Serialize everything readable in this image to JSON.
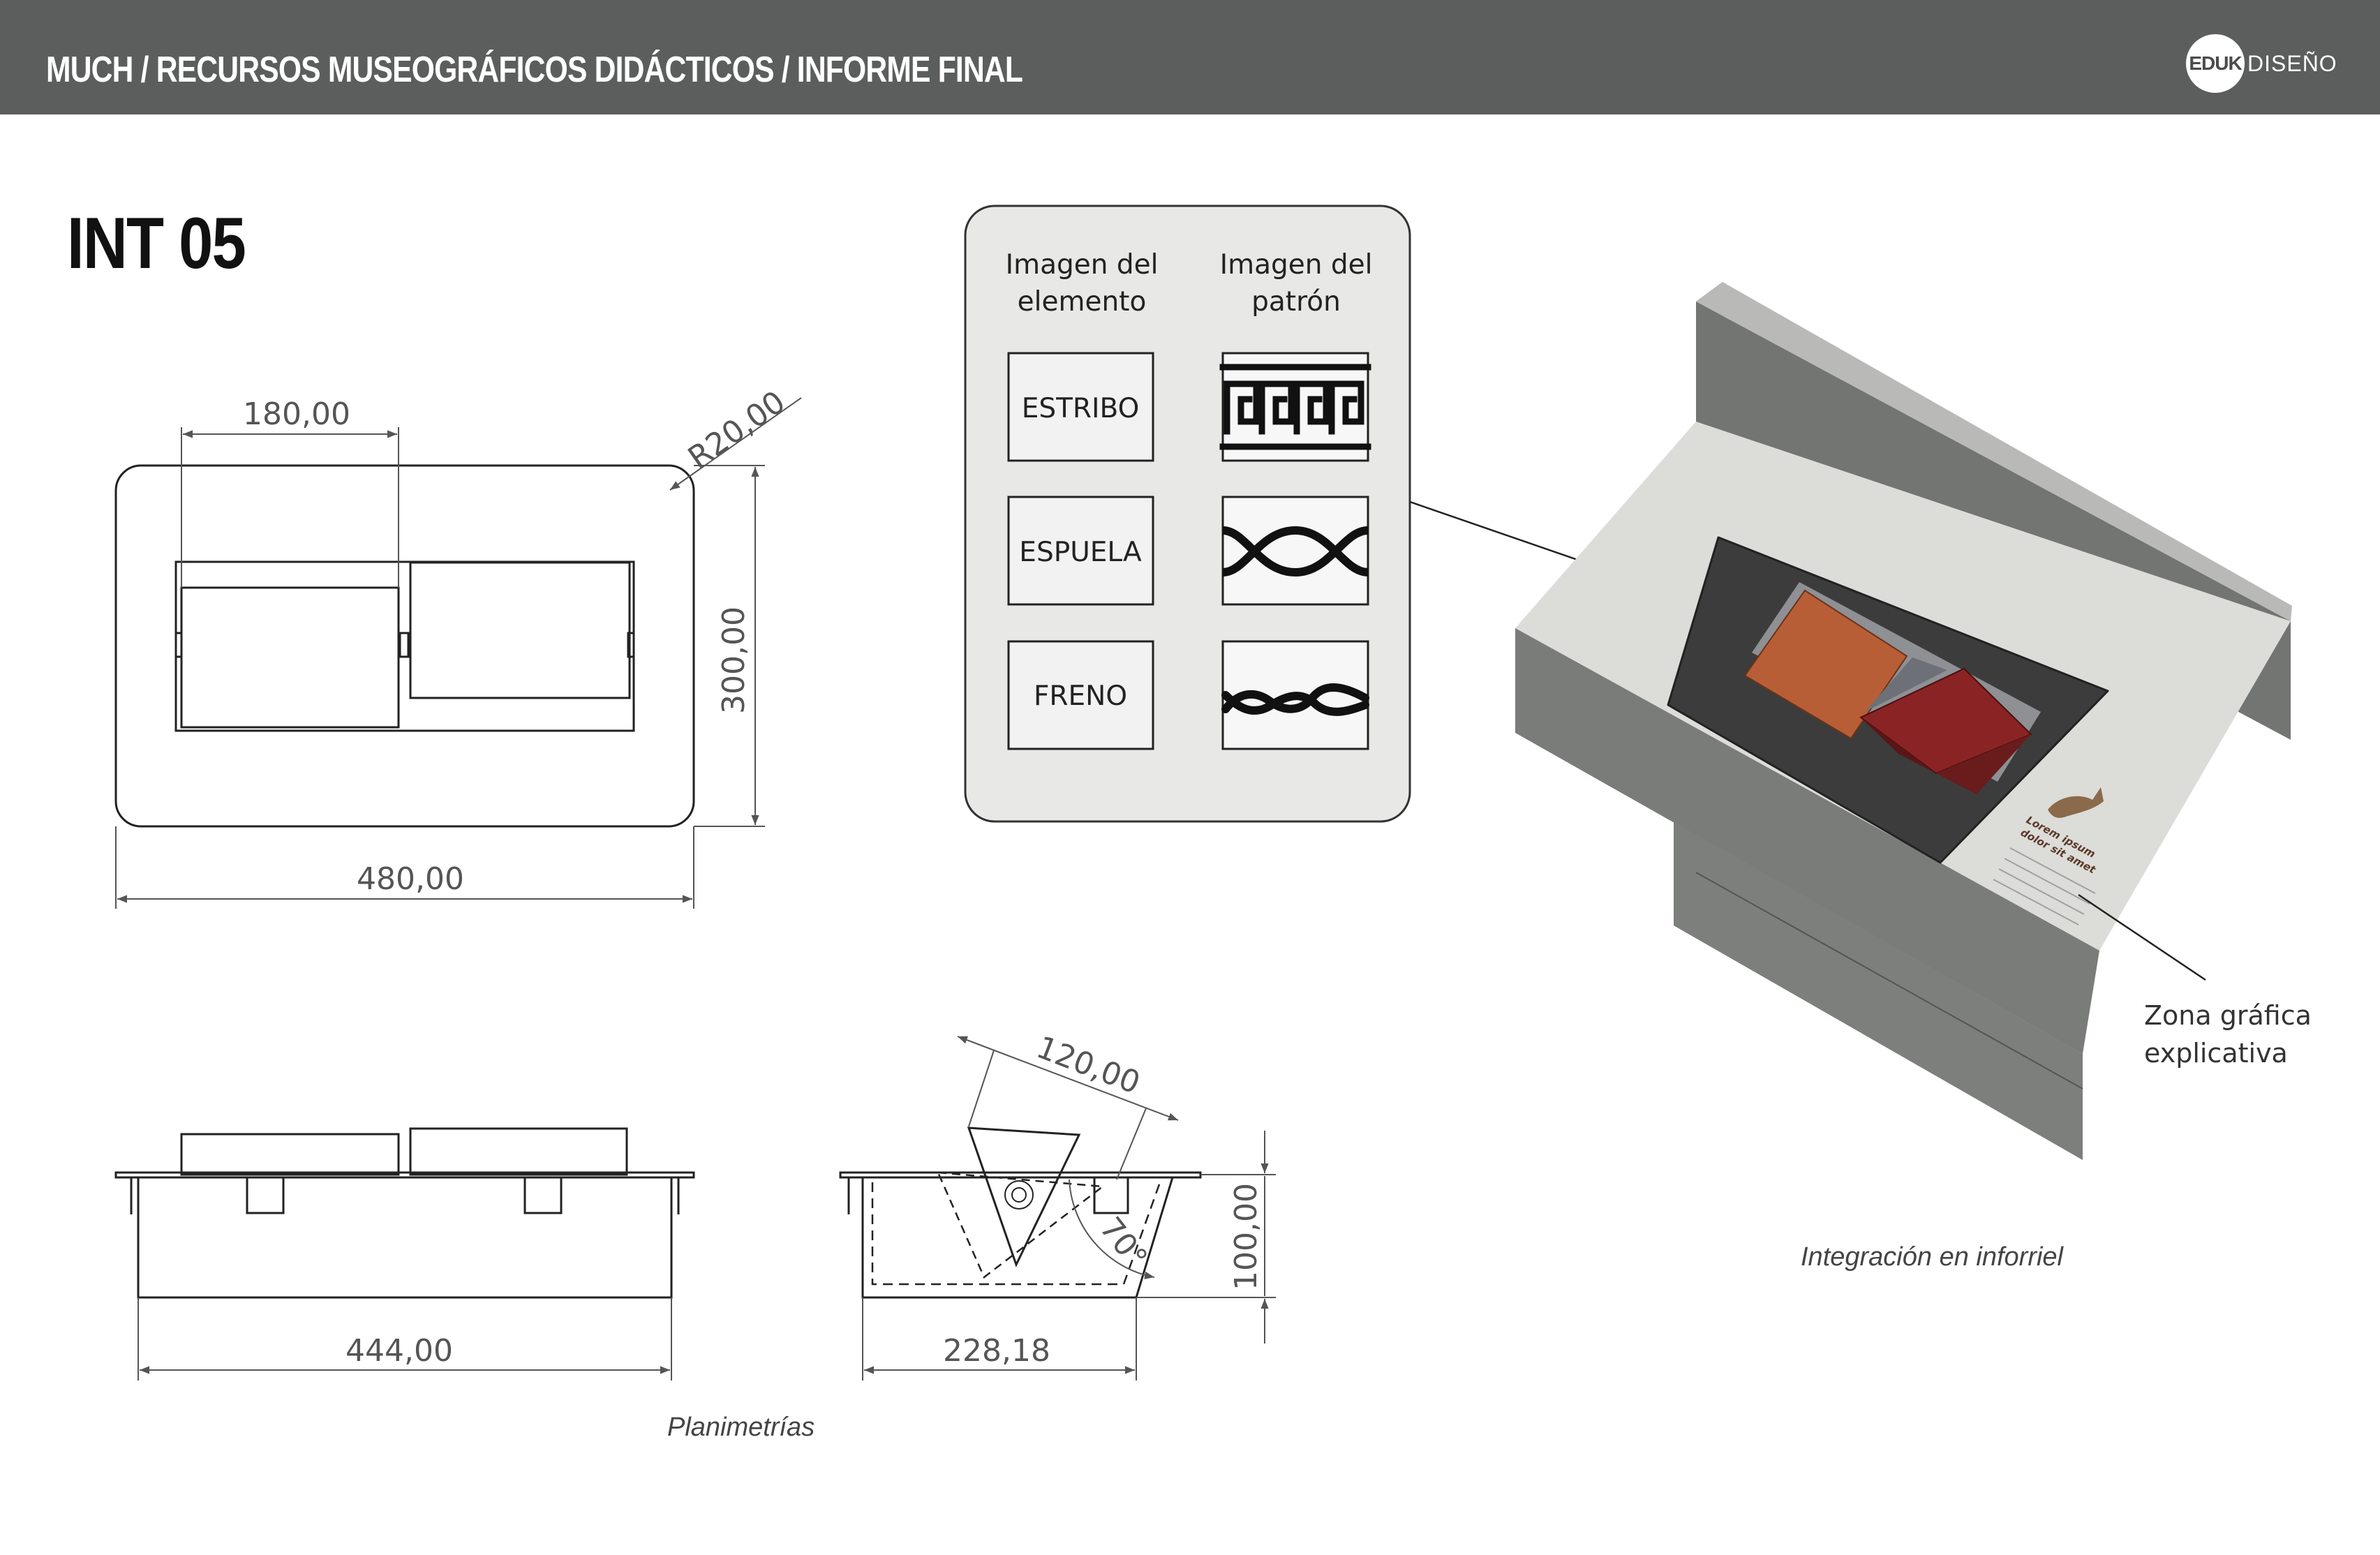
{
  "header": {
    "title": "MUCH / RECURSOS MUSEOGRÁFICOS DIDÁCTICOS / INFORME FINAL",
    "logo_mark": "EDUK",
    "logo_text": "DISEÑO",
    "background_color": "#5c5e5d"
  },
  "page_title": "INT 05",
  "dimensions": {
    "top_width": "480,00",
    "top_inner_width": "180,00",
    "top_height": "300,00",
    "top_radius": "R20,00",
    "front_width": "444,00",
    "side_width": "228,18",
    "side_height": "100,00",
    "side_angle": "70°",
    "side_length": "120,00"
  },
  "panel": {
    "col1_header": [
      "Imagen del",
      "elemento"
    ],
    "col2_header": [
      "Imagen del",
      "patrón"
    ],
    "items": [
      "ESTRIBO",
      "ESPUELA",
      "FRENO"
    ]
  },
  "iso": {
    "zone_label": [
      "Zona gráfica",
      "explicativa"
    ],
    "mini_label": [
      "Lorem ipsum",
      "dolor sit amet"
    ],
    "colors": {
      "orange": "#b85e36",
      "red": "#8a2424",
      "counter": "#dcdcd8",
      "wall": "#787a78"
    }
  },
  "captions": {
    "plans": "Planimetrías",
    "integration": "Integración en inforriel"
  }
}
